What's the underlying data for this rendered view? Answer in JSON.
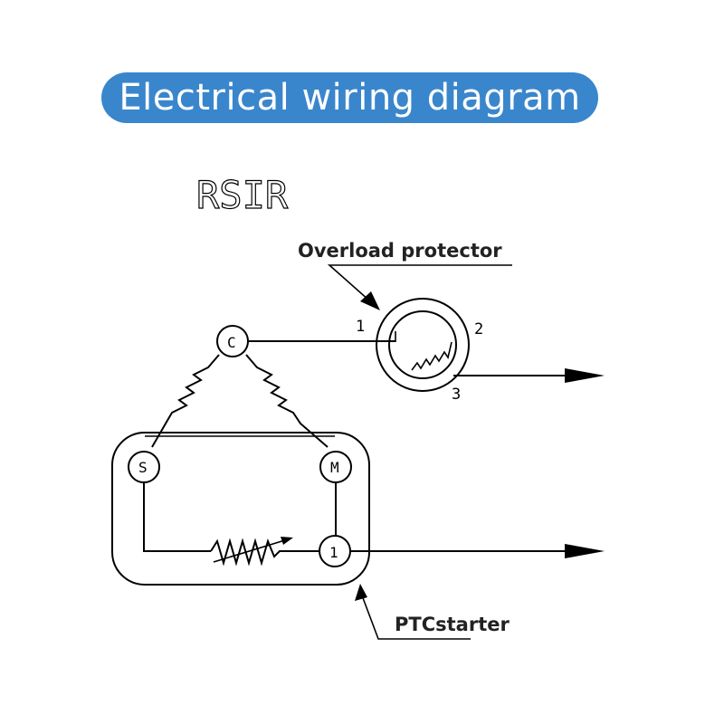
{
  "title": "Electrical wiring diagram",
  "model": "RSIR",
  "callouts": {
    "overload_protector": "Overload protector",
    "ptc_starter": "PTCstarter"
  },
  "terminals": {
    "common": "C",
    "start": "S",
    "main": "M",
    "starter_pin": "1"
  },
  "protector_pins": {
    "pin1": "1",
    "pin2": "2",
    "pin3": "3"
  },
  "colors": {
    "title_bg": "#3a86cc",
    "title_text": "#ffffff",
    "line": "#000000"
  }
}
